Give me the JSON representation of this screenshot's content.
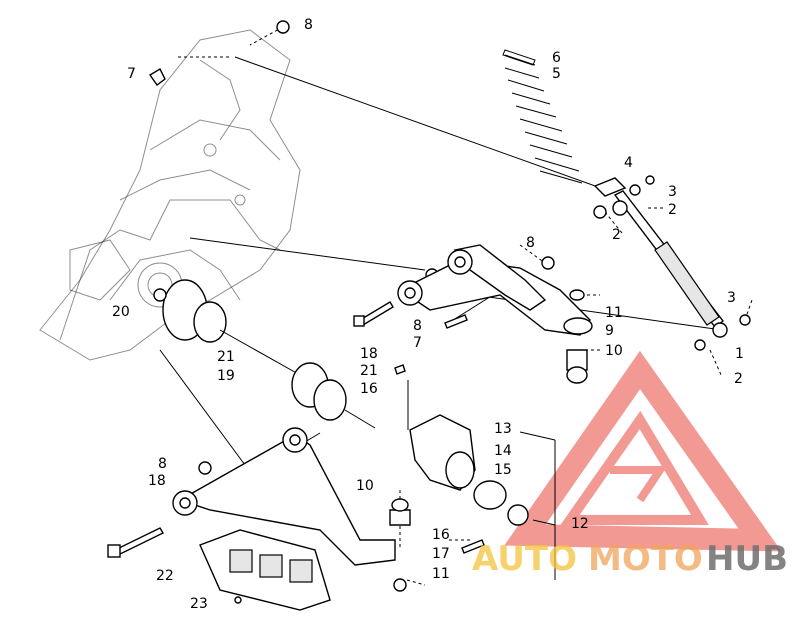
{
  "parts": [
    {
      "id": "p1",
      "number": "1"
    },
    {
      "id": "p2a",
      "number": "2"
    },
    {
      "id": "p2b",
      "number": "2"
    },
    {
      "id": "p2c",
      "number": "2"
    },
    {
      "id": "p3a",
      "number": "3"
    },
    {
      "id": "p3b",
      "number": "3"
    },
    {
      "id": "p4",
      "number": "4"
    },
    {
      "id": "p5",
      "number": "5"
    },
    {
      "id": "p6",
      "number": "6"
    },
    {
      "id": "p7a",
      "number": "7"
    },
    {
      "id": "p7b",
      "number": "7"
    },
    {
      "id": "p8a",
      "number": "8"
    },
    {
      "id": "p8b",
      "number": "8"
    },
    {
      "id": "p8c",
      "number": "8"
    },
    {
      "id": "p8d",
      "number": "8"
    },
    {
      "id": "p9",
      "number": "9"
    },
    {
      "id": "p10a",
      "number": "10"
    },
    {
      "id": "p10b",
      "number": "10"
    },
    {
      "id": "p11a",
      "number": "11"
    },
    {
      "id": "p11b",
      "number": "11"
    },
    {
      "id": "p12",
      "number": "12"
    },
    {
      "id": "p13",
      "number": "13"
    },
    {
      "id": "p14",
      "number": "14"
    },
    {
      "id": "p15",
      "number": "15"
    },
    {
      "id": "p16a",
      "number": "16"
    },
    {
      "id": "p16b",
      "number": "16"
    },
    {
      "id": "p17",
      "number": "17"
    },
    {
      "id": "p18a",
      "number": "18"
    },
    {
      "id": "p18b",
      "number": "18"
    },
    {
      "id": "p19",
      "number": "19"
    },
    {
      "id": "p20",
      "number": "20"
    },
    {
      "id": "p21a",
      "number": "21"
    },
    {
      "id": "p21b",
      "number": "21"
    },
    {
      "id": "p22",
      "number": "22"
    },
    {
      "id": "p23",
      "number": "23"
    }
  ],
  "watermark": {
    "part1": "AUTO",
    "part2": "MOTO",
    "part3": "HUB",
    "colors": {
      "logo": "#e8463c",
      "auto": "#f5c33b",
      "moto": "#f0a45a",
      "hub": "#6f6f6f"
    }
  }
}
